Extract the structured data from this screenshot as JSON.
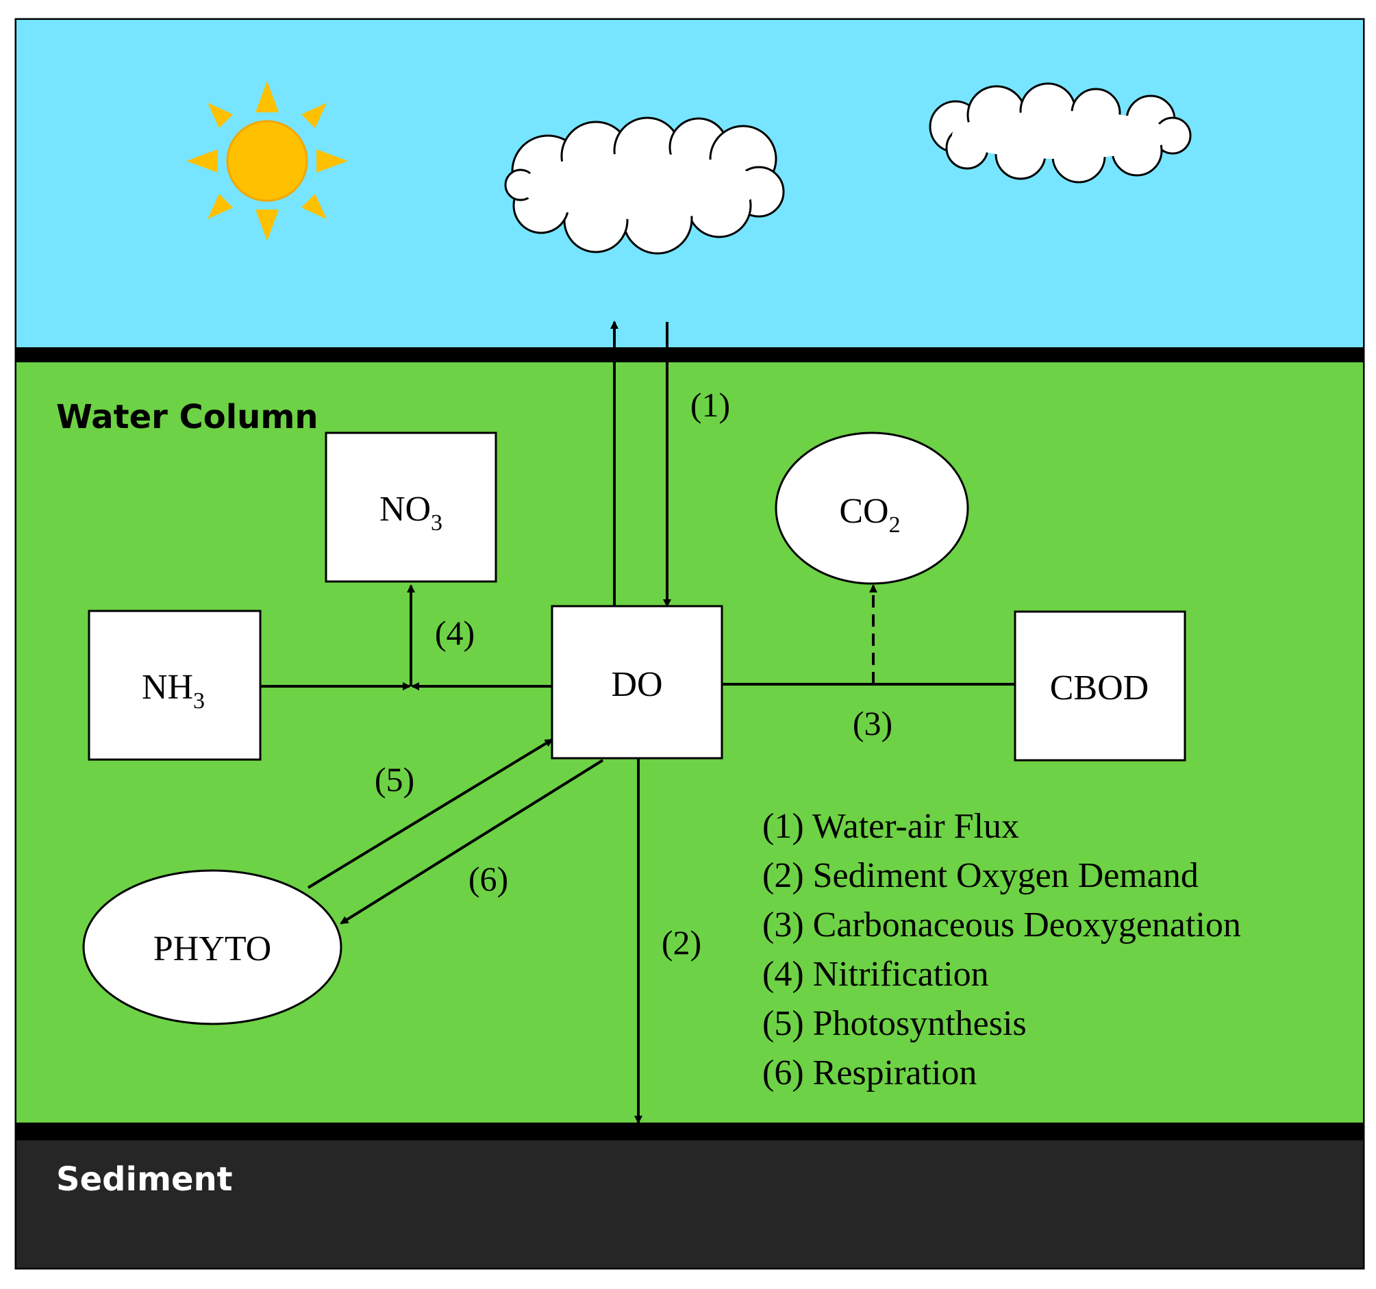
{
  "zones": {
    "water_column_label": "Water Column",
    "sediment_label": "Sediment"
  },
  "nodes": {
    "no3": {
      "base": "NO",
      "sub": "3"
    },
    "nh3": {
      "base": "NH",
      "sub": "3"
    },
    "do": {
      "label": "DO"
    },
    "co2": {
      "base": "CO",
      "sub": "2"
    },
    "cbod": {
      "label": "CBOD"
    },
    "phyto": {
      "label": "PHYTO"
    }
  },
  "process_labels": {
    "p1": "(1)",
    "p2": "(2)",
    "p3": "(3)",
    "p4": "(4)",
    "p5": "(5)",
    "p6": "(6)"
  },
  "legend": [
    "(1) Water-air Flux",
    "(2) Sediment Oxygen Demand",
    "(3) Carbonaceous Deoxygenation",
    "(4) Nitrification",
    "(5) Photosynthesis",
    "(6) Respiration"
  ],
  "colors": {
    "sky": "#77e5ff",
    "water": "#6dd245",
    "sediment": "#262626",
    "sun": "#ffc000",
    "sun_rays": "#ffc000",
    "cloud": "#ffffff",
    "stroke": "#000000"
  }
}
